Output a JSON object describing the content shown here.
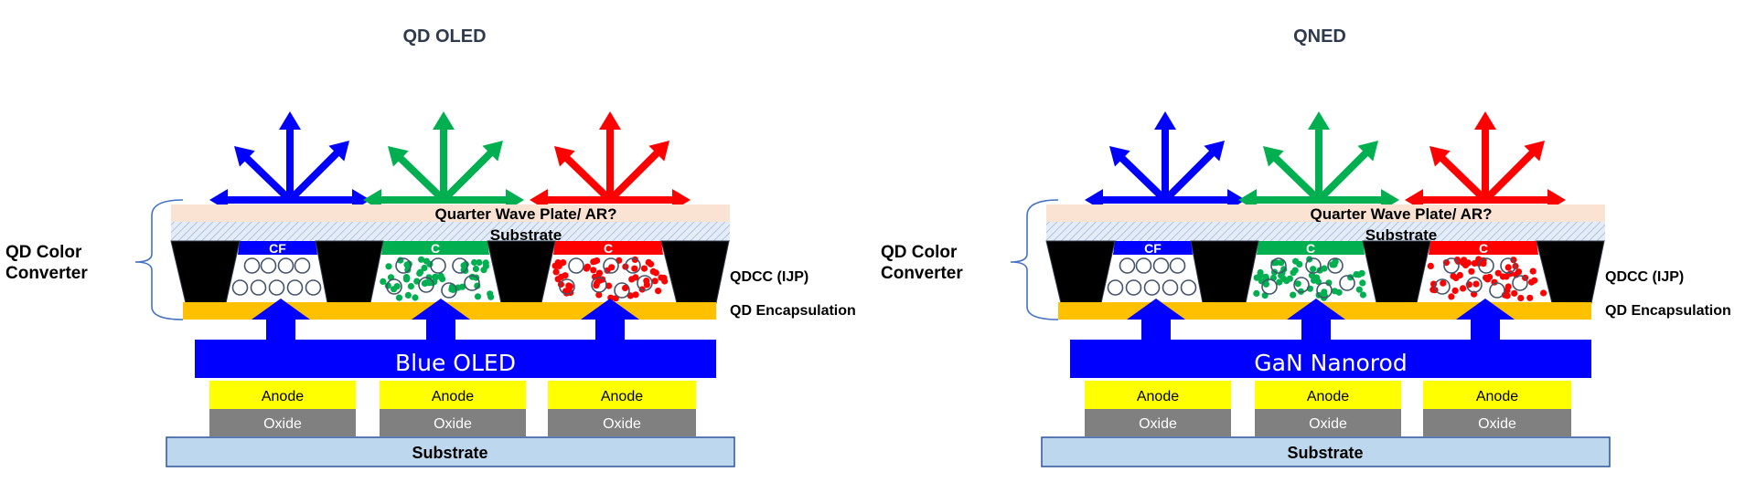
{
  "panels": [
    {
      "title": "QD OLED",
      "emitter": "Blue OLED"
    },
    {
      "title": "QNED",
      "emitter": "GaN Nanorod"
    }
  ],
  "labels": {
    "converter_lines": [
      "QD Color",
      "Converter"
    ],
    "wave_plate": "Quarter Wave Plate/ AR?",
    "cf_substrate": "Substrate",
    "blue_cf": "CF",
    "green_cf": "C",
    "red_cf": "C",
    "qdcc": "QDCC (IJP)",
    "encapsulation": "QD Encapsulation",
    "anode": "Anode",
    "oxide": "Oxide",
    "substrate": "Substrate"
  },
  "colors": {
    "blue": "#0000FF",
    "green": "#00B050",
    "red": "#FF0000",
    "wave_plate": "#FBE3D4",
    "hatch_bg": "#E4ECF7",
    "encapsulation": "#FFC000",
    "anode": "#FFFF00",
    "oxide": "#808080",
    "substrate": "#BDD7EE",
    "substrate_border": "#2F5597",
    "bank": "#000000",
    "qd_circle": "#44546A",
    "brace": "#4472C4"
  }
}
